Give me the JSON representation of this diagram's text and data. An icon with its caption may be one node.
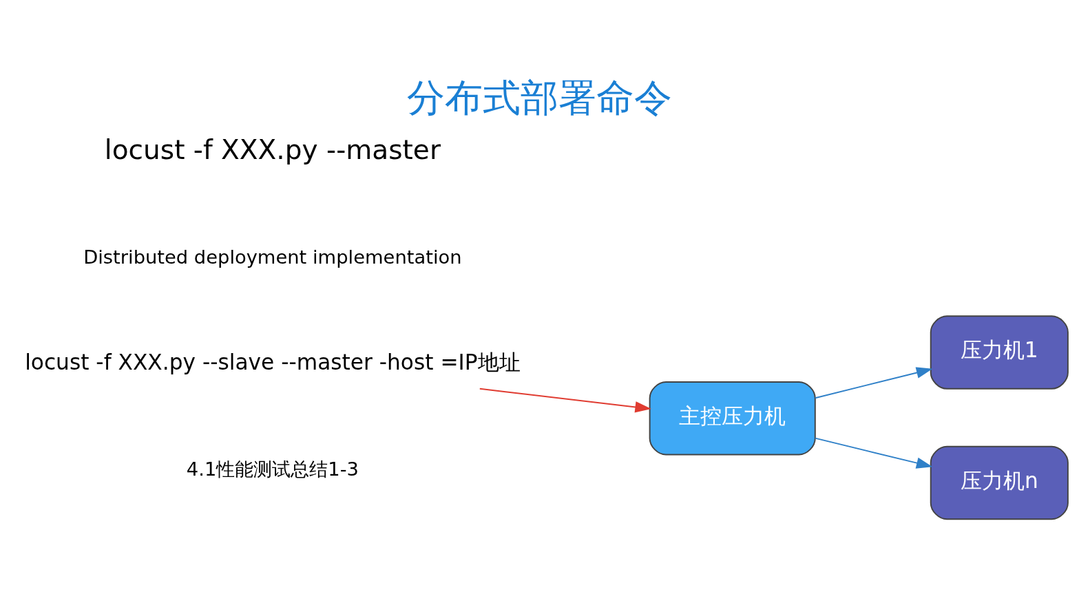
{
  "diagram": {
    "title": "分布式部署命令",
    "nodes": [
      {
        "text": [
          "主控压力机"
        ]
      },
      {
        "text": [
          "压力机1"
        ]
      },
      {
        "text": [
          "压力机n"
        ]
      },
      {
        "text": [
          "locust -f XXX.py --slave --master -host =IP地址"
        ]
      }
    ],
    "edges": [
      {
        "from": 0,
        "to": 1,
        "arrow": "to"
      },
      {
        "from": 0,
        "to": 2,
        "arrow": "to"
      },
      {
        "from": 3,
        "to": 0,
        "arrow": "to",
        "color": "#e03c31"
      }
    ],
    "labels": [
      "4.1性能测试总结1-3",
      "Distributed deployment implementation",
      "locust -f XXX.py --master"
    ]
  }
}
